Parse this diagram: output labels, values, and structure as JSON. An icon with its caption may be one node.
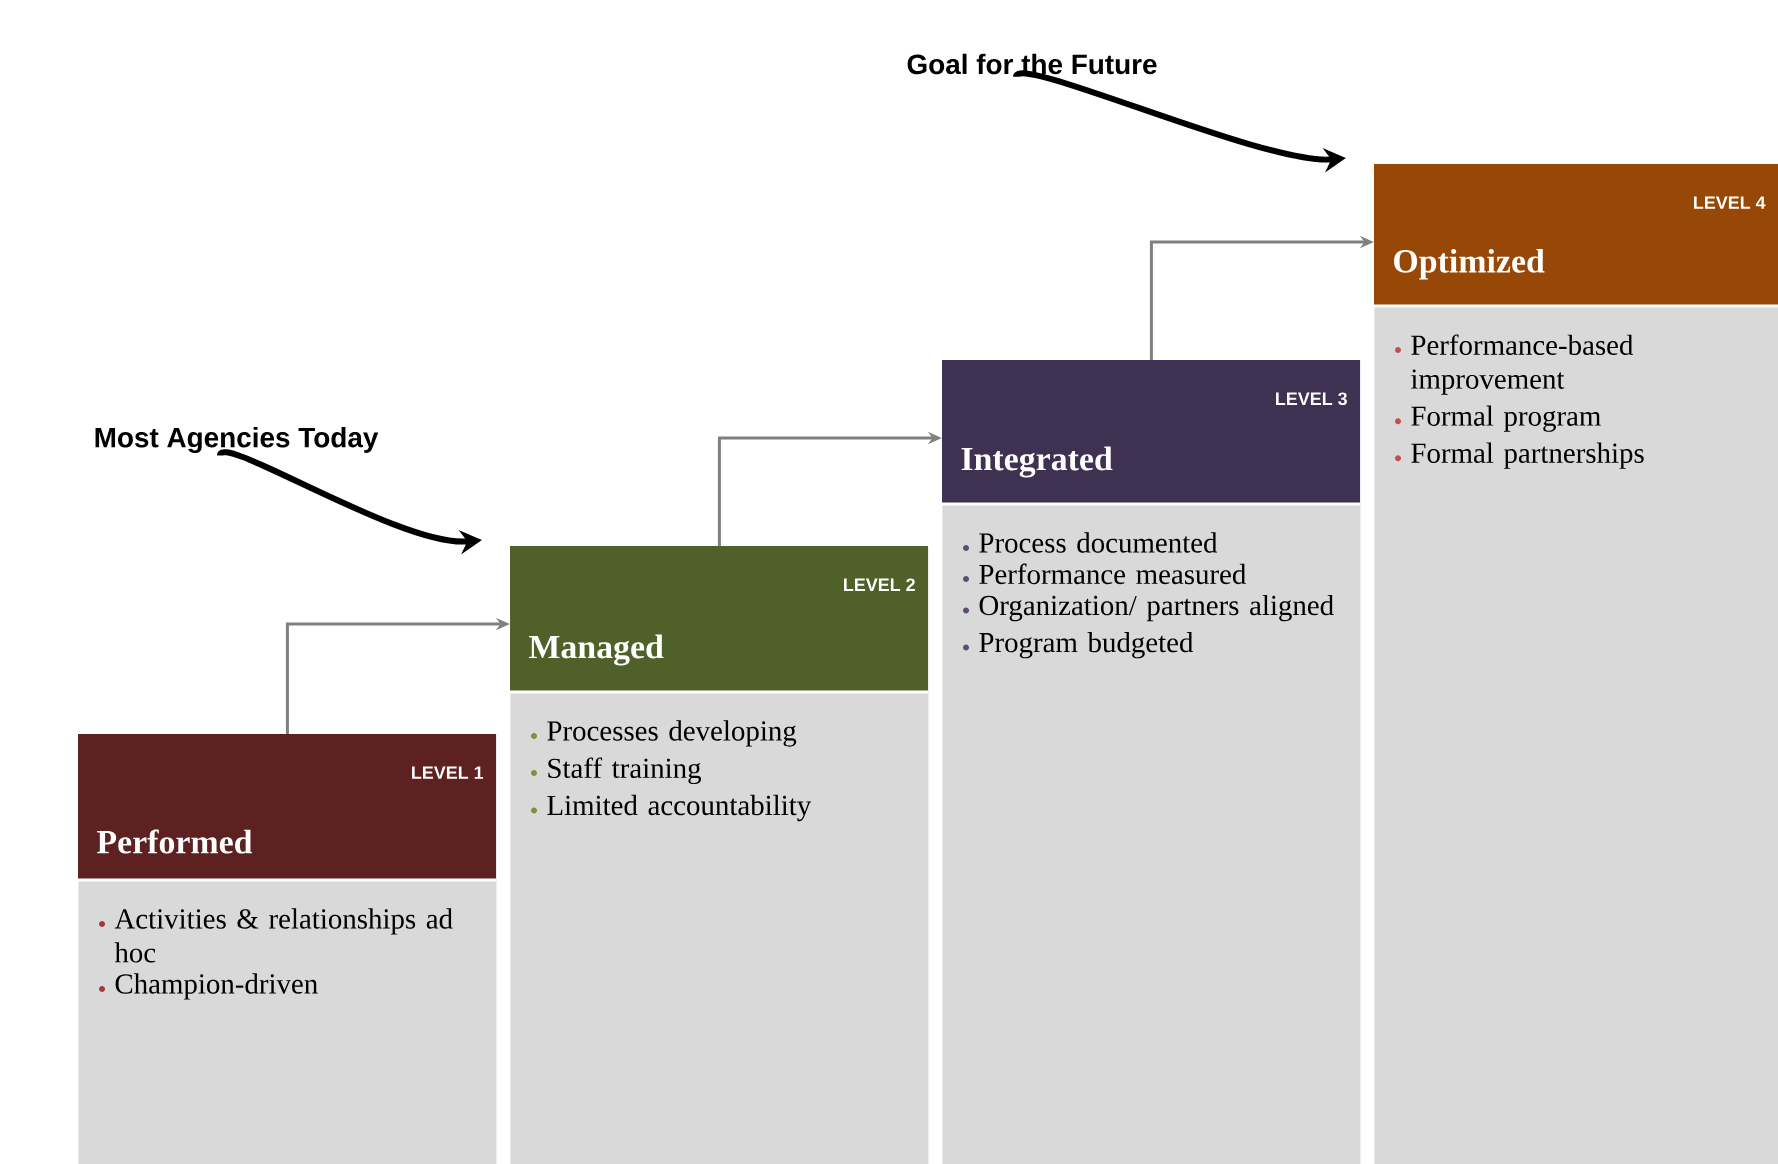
{
  "diagram": {
    "nodes": [
      {
        "text": [
          "LEVEL 1",
          "Performed",
          "Activities & relationships ad hoc",
          "Champion-driven"
        ]
      },
      {
        "text": [
          "LEVEL 2",
          "Managed",
          "Processes developing",
          "Staff training",
          "Limited accountability"
        ]
      },
      {
        "text": [
          "LEVEL 3",
          "Integrated",
          "Process documented",
          "Performance measured",
          "Organization/ partners aligned",
          "Program budgeted"
        ]
      },
      {
        "text": [
          "LEVEL 4",
          "Optimized",
          "Performance-based improvement",
          "Formal program",
          "Formal partnerships"
        ]
      },
      {
        "text": [
          "Most Agencies Today"
        ]
      },
      {
        "text": [
          "Goal for the Future"
        ]
      }
    ],
    "edges": [
      {
        "from": 0,
        "to": 1,
        "arrow": "to"
      },
      {
        "from": 1,
        "to": 2,
        "arrow": "to"
      },
      {
        "from": 2,
        "to": 3,
        "arrow": "to"
      },
      {
        "from": 4,
        "to": 1,
        "arrow": "to",
        "style": "thick",
        "color": "#000000"
      },
      {
        "from": 5,
        "to": 3,
        "arrow": "to",
        "style": "thick",
        "color": "#000000"
      }
    ]
  }
}
